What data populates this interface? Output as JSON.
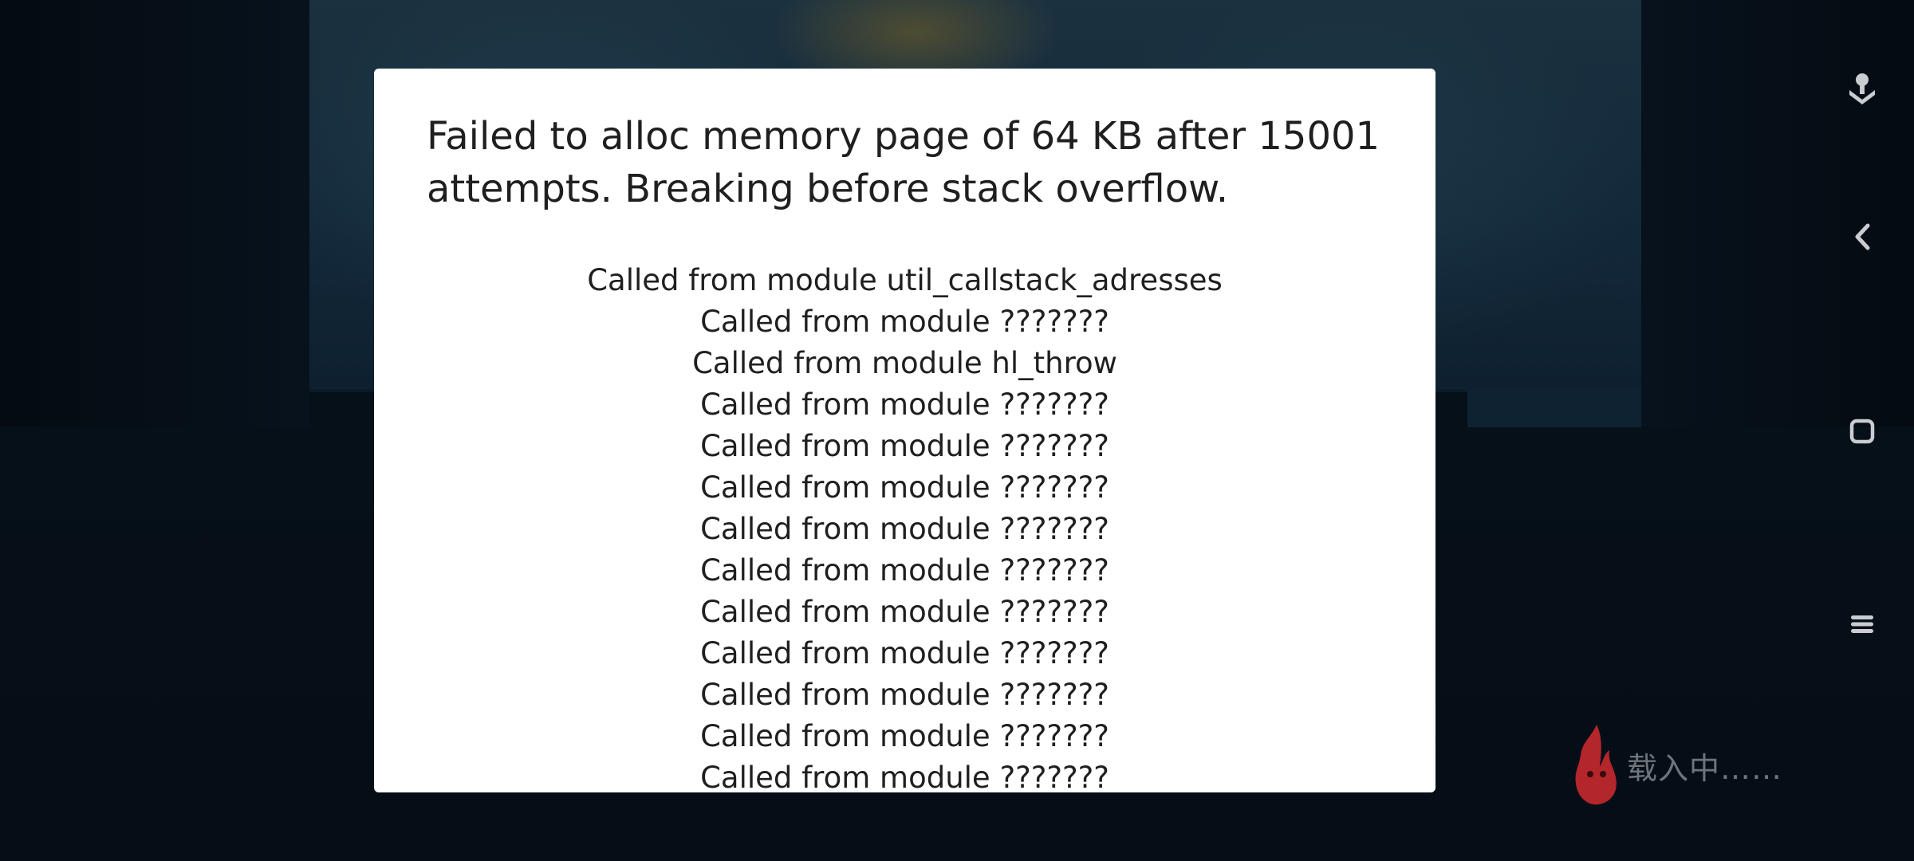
{
  "dialog": {
    "title": "Failed to alloc memory page of 64 KB after 15001 attempts. Breaking before stack overflow.",
    "callstack": [
      "Called from module util_callstack_adresses",
      "Called from module ???????",
      "Called from module hl_throw",
      "Called from module ???????",
      "Called from module ???????",
      "Called from module ???????",
      "Called from module ???????",
      "Called from module ???????",
      "Called from module ???????",
      "Called from module ???????",
      "Called from module ???????",
      "Called from module ???????",
      "Called from module ???????"
    ]
  },
  "toolbar": {
    "items": [
      {
        "icon": "joystick-icon"
      },
      {
        "icon": "back-chevron-icon"
      },
      {
        "icon": "home-square-icon"
      },
      {
        "icon": "menu-icon"
      }
    ]
  },
  "loading": {
    "text": "载入中……",
    "icon": "flame-logo-icon"
  },
  "colors": {
    "dialog_bg": "#ffffff",
    "text": "#1f1f1f",
    "loading_text": "#6f747a",
    "logo_red": "#b3262b"
  }
}
